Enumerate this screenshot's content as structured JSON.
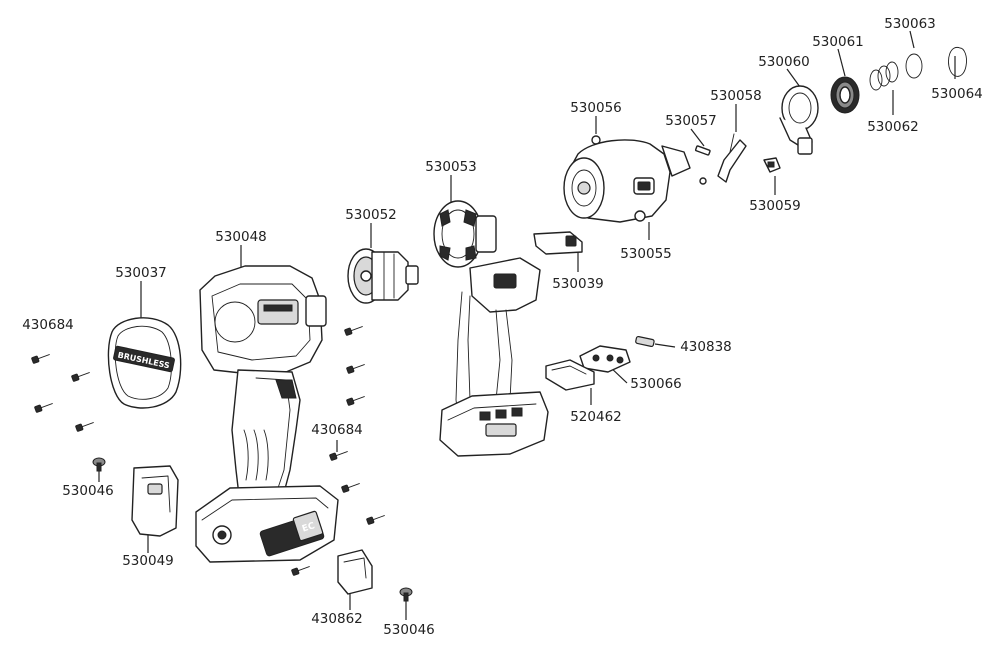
{
  "diagram": {
    "labels": {
      "p530037": "530037",
      "p530048": "530048",
      "p530052": "530052",
      "p530053": "530053",
      "p530056": "530056",
      "p530057": "530057",
      "p530058": "530058",
      "p530060": "530060",
      "p530061": "530061",
      "p530063": "530063",
      "p530064": "530064",
      "p530062": "530062",
      "p530059": "530059",
      "p530055": "530055",
      "p530039": "530039",
      "p430838": "430838",
      "p530066": "530066",
      "p520462": "520462",
      "p430684_a": "430684",
      "p430684_b": "430684",
      "p530046_a": "530046",
      "p530046_b": "530046",
      "p530049": "530049",
      "p430862": "430862"
    },
    "markings": {
      "cover_logo": "BRUSHLESS",
      "battery_logo": "EC"
    }
  }
}
